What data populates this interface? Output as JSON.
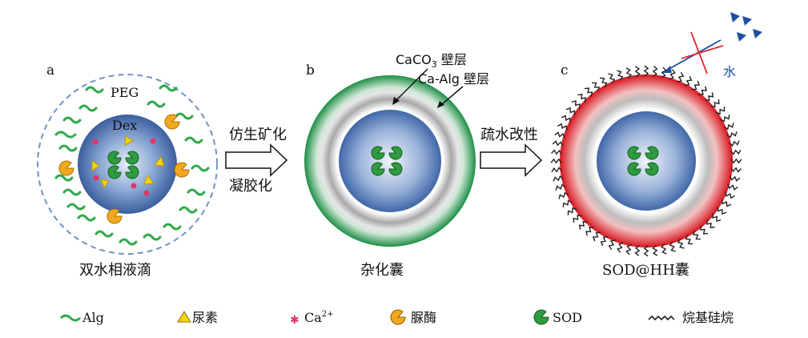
{
  "panels": {
    "a": {
      "letter": "a",
      "caption": "双水相液滴",
      "peg_label": "PEG",
      "dex_label": "Dex"
    },
    "b": {
      "letter": "b",
      "caption": "杂化囊",
      "caco3_label_main": "CaCO",
      "caco3_label_sub": "3",
      "caco3_label_tail": " 壁层",
      "caalg_label": "Ca-Alg 壁层"
    },
    "c": {
      "letter": "c",
      "caption": "SOD@HH囊",
      "water_label": "水"
    }
  },
  "arrows": {
    "first_top": "仿生矿化",
    "first_bottom": "凝胶化",
    "second_top": "疏水改性"
  },
  "legend": [
    {
      "key": "alg",
      "label": "Alg",
      "icon": "alg-wave-icon"
    },
    {
      "key": "urea",
      "label": "尿素",
      "icon": "urea-triangle-icon"
    },
    {
      "key": "ca",
      "label_main": "Ca",
      "label_sup": "2+",
      "icon": "ca-star-icon"
    },
    {
      "key": "urease",
      "label": "脲酶",
      "icon": "urease-pacman-icon"
    },
    {
      "key": "sod",
      "label": "SOD",
      "icon": "sod-pacman-icon"
    },
    {
      "key": "silane",
      "label": "烷基硅烷",
      "icon": "silane-zigzag-icon"
    }
  ],
  "colors": {
    "alg_green": "#2eaa4a",
    "urea_yellow": "#f5d21a",
    "ca_pink": "#e0356b",
    "urease_orange": "#f2a81e",
    "sod_green": "#2e9b3f",
    "dex_blue": "#3f6fb0",
    "peg_dash": "#6f93c8",
    "shell_green": "#2f9a55",
    "red_shell": "#e02a32",
    "water_blue": "#1f4fa3"
  }
}
